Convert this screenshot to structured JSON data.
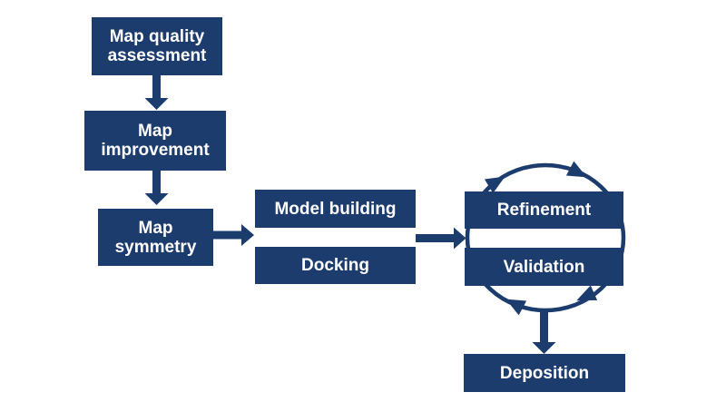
{
  "diagram": {
    "title": "Cryo-EM map to model workflow flowchart",
    "background_color": "#ffffff",
    "accent_color": "#1d3c6e",
    "node_text_color": "#ffffff",
    "nodes": {
      "map_quality": {
        "label": "Map quality\nassessment"
      },
      "map_improvement": {
        "label": "Map\nimprovement"
      },
      "map_symmetry": {
        "label": "Map\nsymmetry"
      },
      "model_building": {
        "label": "Model building"
      },
      "docking": {
        "label": "Docking"
      },
      "refinement": {
        "label": "Refinement"
      },
      "validation": {
        "label": "Validation"
      },
      "deposition": {
        "label": "Deposition"
      }
    },
    "edges": [
      {
        "from": "map_quality",
        "to": "map_improvement",
        "style": "arrow-down"
      },
      {
        "from": "map_improvement",
        "to": "map_symmetry",
        "style": "arrow-down"
      },
      {
        "from": "map_symmetry",
        "to": "model_building + docking",
        "style": "arrow-right"
      },
      {
        "from": "model_building + docking",
        "to": "refinement + validation",
        "style": "arrow-right"
      },
      {
        "from": "refinement",
        "to": "validation",
        "style": "cycle-clockwise-ellipse"
      },
      {
        "from": "refinement + validation",
        "to": "deposition",
        "style": "arrow-down"
      }
    ]
  }
}
